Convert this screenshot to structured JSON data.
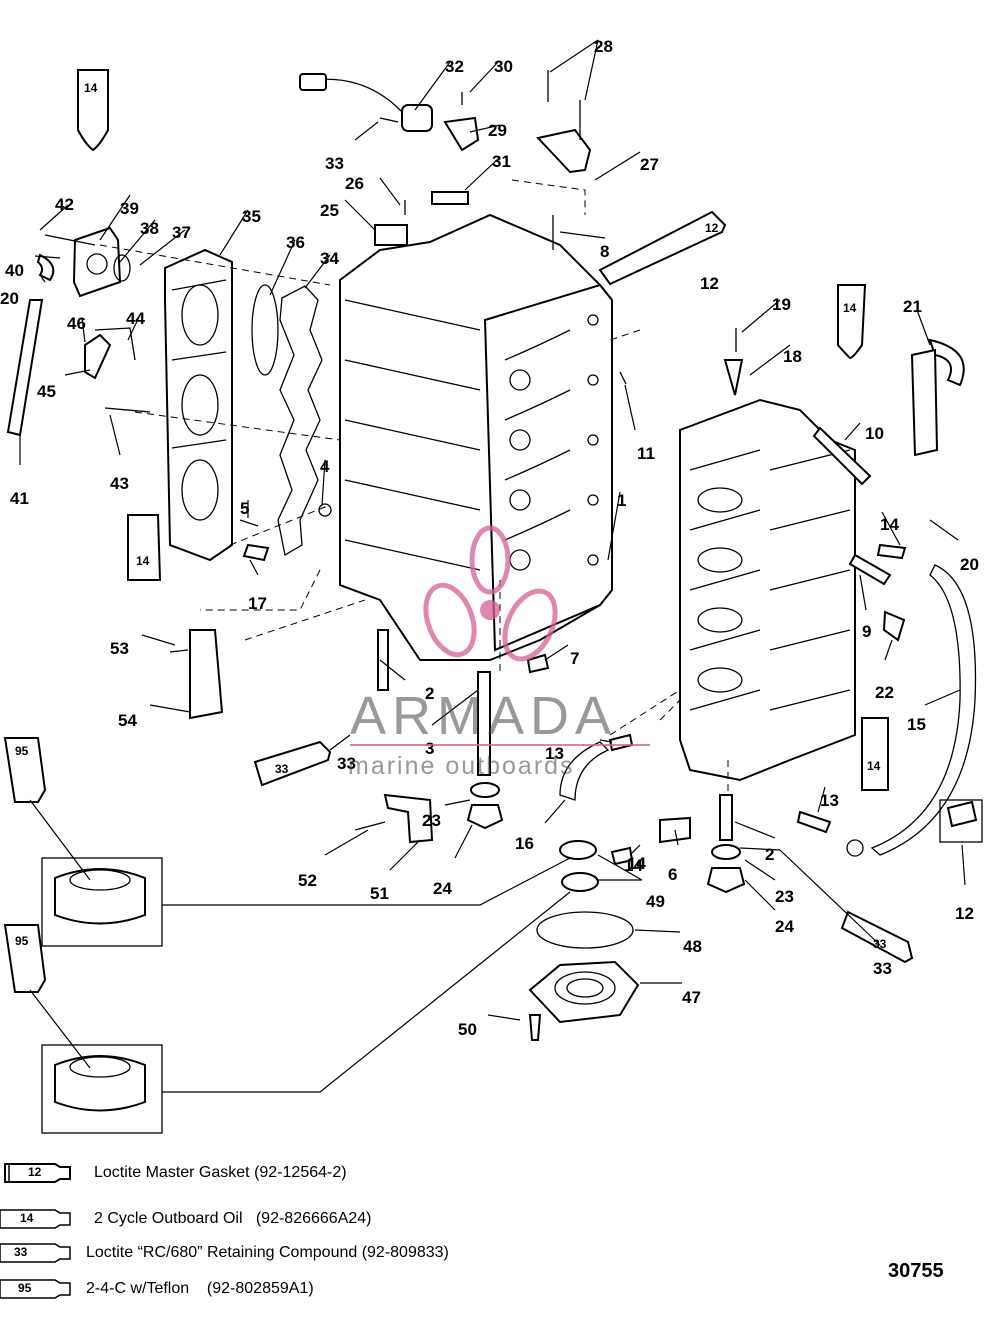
{
  "callouts": [
    "32",
    "30",
    "28",
    "29",
    "33",
    "31",
    "27",
    "26",
    "25",
    "8",
    "12",
    "42",
    "39",
    "38",
    "37",
    "35",
    "36",
    "34",
    "40",
    "20",
    "46",
    "44",
    "45",
    "19",
    "21",
    "18",
    "11",
    "10",
    "41",
    "43",
    "4",
    "1",
    "5",
    "14",
    "20",
    "17",
    "9",
    "22",
    "53",
    "54",
    "7",
    "15",
    "2",
    "3",
    "13",
    "14",
    "33",
    "33",
    "23",
    "16",
    "13",
    "14",
    "6",
    "2",
    "52",
    "51",
    "24",
    "23",
    "24",
    "12",
    "49",
    "48",
    "47",
    "50"
  ],
  "watermark": {
    "brand": "ARMADA",
    "sub": "marine outboards",
    "logo": "propeller-logo",
    "accent": "#d66096"
  },
  "legend": [
    {
      "num": "12",
      "text": "Loctite Master Gasket (92-12564-2)"
    },
    {
      "num": "14",
      "text": "2 Cycle Outboard Oil   (92-826666A24)"
    },
    {
      "num": "33",
      "text": "Loctite “RC/680” Retaining Compound (92-809833)"
    },
    {
      "num": "95",
      "text": "2-4-C w/Teflon    (92-802859A1)"
    }
  ],
  "ref_code": "30755"
}
